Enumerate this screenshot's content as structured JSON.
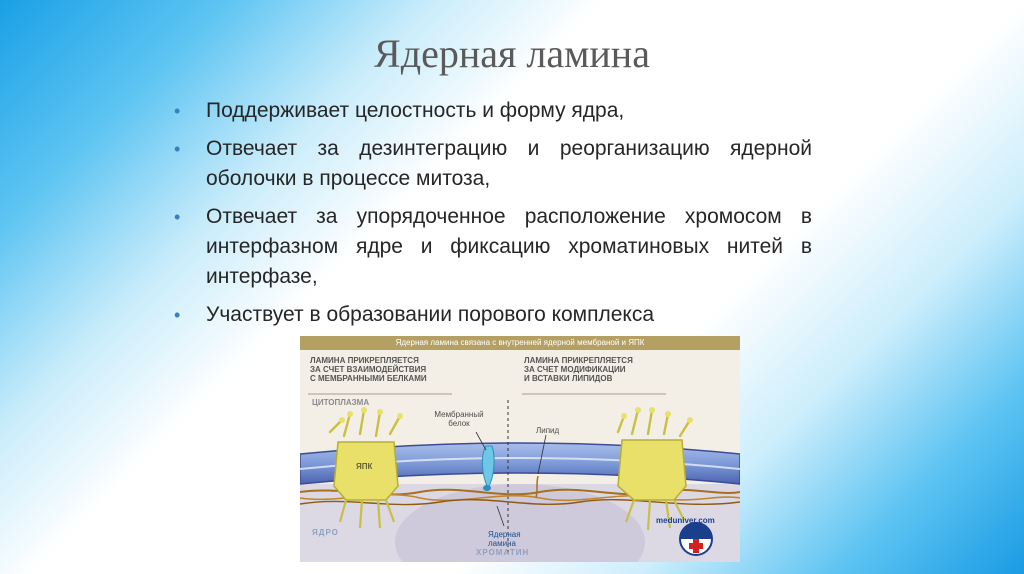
{
  "slide": {
    "title": "Ядерная ламина",
    "bullet_glyph": "•",
    "bullets": [
      "Поддерживает целостность и форму ядра,",
      "Отвечает за дезинтеграцию и реорганизацию ядерной оболочки в процессе митоза,",
      "Отвечает за упорядоченное расположение хромосом в интерфазном ядре и фиксацию хроматиновых нитей в интерфазе,",
      "Участвует в образовании порового комплекса"
    ]
  },
  "diagram": {
    "header": "Ядерная ламина связана с внутренней ядерной мембраной и ЯПК",
    "left_caption": [
      "ЛАМИНА ПРИКРЕПЛЯЕТСЯ",
      "ЗА СЧЕТ ВЗАИМОДЕЙСТВИЯ",
      "С МЕМБРАННЫМИ БЕЛКАМИ"
    ],
    "right_caption": [
      "ЛАМИНА ПРИКРЕПЛЯЕТСЯ",
      "ЗА СЧЕТ МОДИФИКАЦИИ",
      "И ВСТАВКИ ЛИПИДОВ"
    ],
    "cytoplasm": "ЦИТОПЛАЗМА",
    "npc": "ЯПК",
    "membrane_protein": [
      "Мембранный",
      "белок"
    ],
    "lipid": "Липид",
    "lamina": [
      "Ядерная",
      "ламина"
    ],
    "nucleus": "ЯДРО",
    "chromatin": "ХРОМАТИН",
    "watermark": "meduniver.com",
    "colors": {
      "header": "#b5a063",
      "membrane": "#7d9ad8",
      "membrane_inner": "#4c62b0",
      "npc": "#e9e06a",
      "lamina_fibers": "#a6701c",
      "nucleus_bg": "#dcd9e4"
    }
  }
}
